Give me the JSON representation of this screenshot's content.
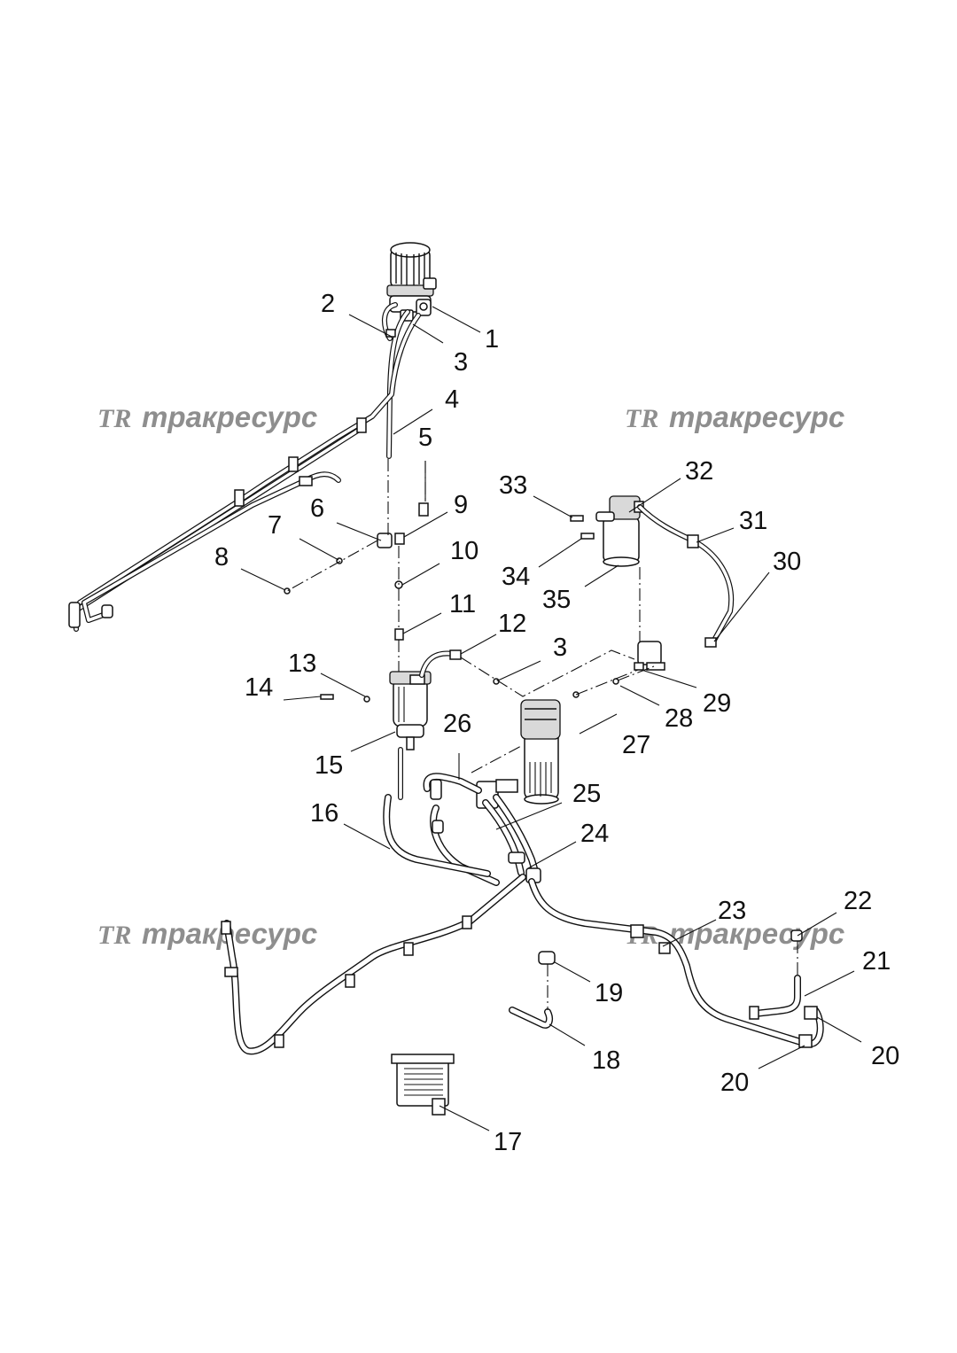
{
  "watermark": {
    "logo_mark": "TR",
    "brand": "тракресурс"
  },
  "callouts": [
    "1",
    "2",
    "3",
    "4",
    "5",
    "6",
    "7",
    "8",
    "9",
    "10",
    "11",
    "12",
    "3",
    "13",
    "14",
    "15",
    "16",
    "17",
    "18",
    "19",
    "20",
    "20",
    "21",
    "22",
    "23",
    "24",
    "25",
    "26",
    "27",
    "28",
    "29",
    "30",
    "31",
    "32",
    "33",
    "34",
    "35"
  ]
}
